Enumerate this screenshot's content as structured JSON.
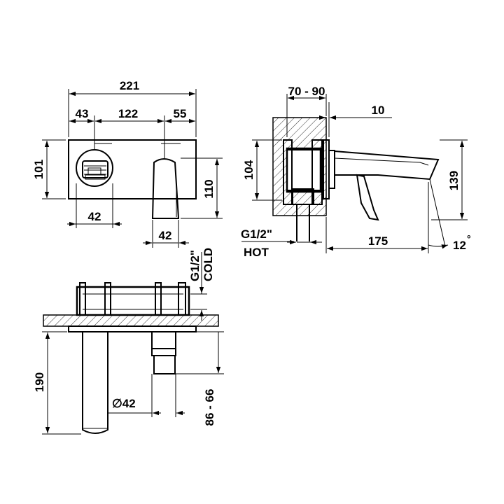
{
  "labels": {
    "overall_width": "221",
    "left_offset": "43",
    "center_distance": "122",
    "right_offset": "55",
    "plate_height": "101",
    "mixer_diameter_front": "42",
    "lever_width": "42",
    "lever_height": "110",
    "wall_depth": "70 - 90",
    "plate_thickness": "10",
    "body_height": "104",
    "spout_height": "139",
    "spout_projection": "175",
    "spout_angle": "12",
    "degree_symbol": "°",
    "hot_connection": "G1/2\"",
    "hot_label": "HOT",
    "cold_connection": "G1/2\"",
    "cold_label": "COLD",
    "spout_length": "190",
    "spout_diameter": "∅42",
    "outlet_range": "86 - 66"
  }
}
